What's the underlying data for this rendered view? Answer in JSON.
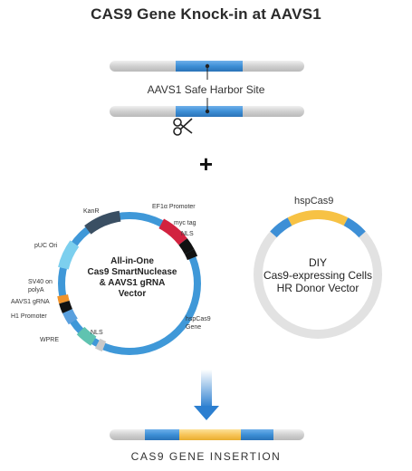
{
  "title": "CAS9 Gene Knock-in at AAVS1",
  "site_label": "AAVS1 Safe Harbor Site",
  "plus_symbol": "+",
  "plasmid": {
    "title_lines": [
      "All-in-One",
      "Cas9 SmartNuclease",
      "& AAVS1 gRNA",
      "Vector"
    ],
    "labels": {
      "kan": "KanR",
      "ef1a": "EF1α Promoter",
      "myc": "myc tag",
      "nls_top": "NLS",
      "puc": "pUC Ori",
      "sv40_line1": "SV40 on",
      "sv40_line2": "polyA",
      "aavs1_grna": "AAVS1 gRNA",
      "h1": "H1 Promoter",
      "wpre": "WPRE",
      "nls_bottom": "NLS",
      "hspcas9_line1": "hspCas9",
      "hspcas9_line2": "Gene"
    }
  },
  "donor": {
    "top_label": "hspCas9",
    "text_lines": [
      "DIY",
      "Cas9-expressing Cells",
      "HR Donor Vector"
    ]
  },
  "bottom_label": "CAS9 GENE INSERTION",
  "colors": {
    "chromosome_gray": "#d5d5d5",
    "site_blue": "#3d8fd6",
    "insert_yellow": "#f7c244",
    "arrow_blue": "#2c7fd0",
    "kan": "#3a4f63",
    "ef1a": "#d2223f",
    "tag_black": "#111111",
    "puc": "#7ccfee",
    "sv40": "#f0932b",
    "wpre": "#5fc3b0",
    "ring_gray": "#e2e2e2"
  },
  "icons": [
    "scissors-icon",
    "down-arrow-icon"
  ]
}
